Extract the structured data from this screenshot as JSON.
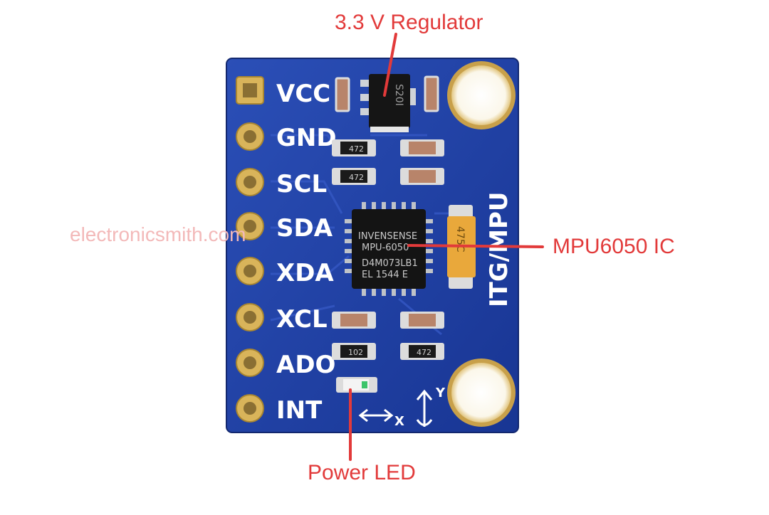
{
  "labels": {
    "regulator": "3.3 V Regulator",
    "mpu_ic": "MPU6050 IC",
    "power_led": "Power LED"
  },
  "watermark": "electronicsmith.com",
  "board": {
    "pins": [
      "VCC",
      "GND",
      "SCL",
      "SDA",
      "XDA",
      "XCL",
      "ADO",
      "INT"
    ],
    "silkscreen_vertical": "ITG/MPU",
    "chip_lines": [
      "INVENSENSE",
      "MPU-6050",
      "D4M073LB1",
      "EL 1544 E"
    ],
    "regulator_marking": "S20I",
    "resistor_markings": [
      "472",
      "472",
      "102",
      "472"
    ],
    "capacitor_marking": "475C",
    "axis_x": "X",
    "axis_y": "Y"
  },
  "colors": {
    "callout": "#e23a3a",
    "pcb": "#1f3fa2",
    "pad_gold": "#d9b45a"
  }
}
